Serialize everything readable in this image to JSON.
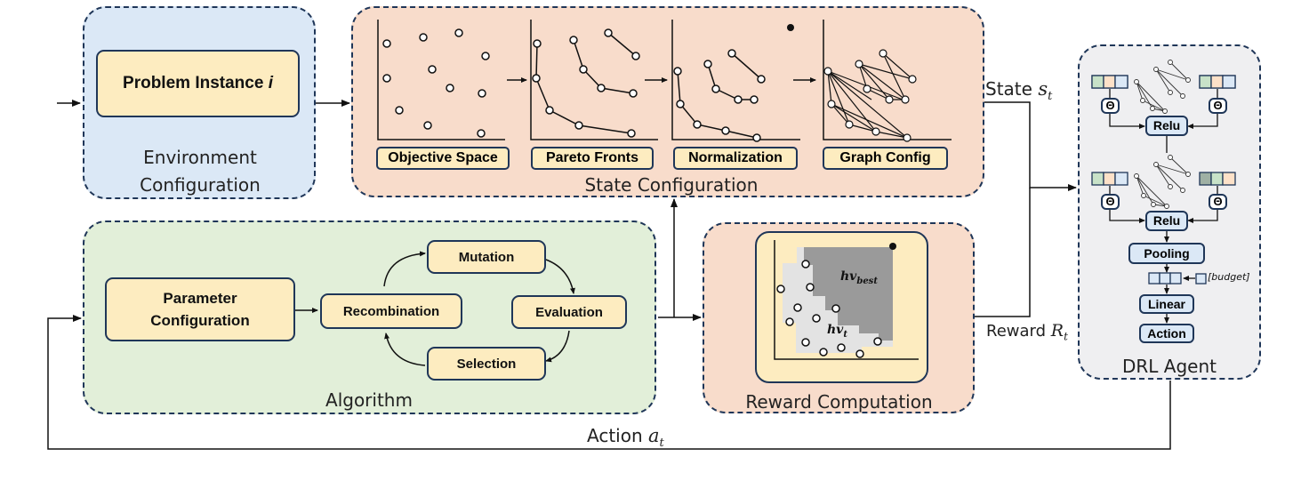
{
  "environment": {
    "problem_instance_label": "Problem Instance",
    "problem_instance_var": "i",
    "caption_line1": "Environment",
    "caption_line2": "Configuration"
  },
  "state": {
    "tags": [
      "Objective Space",
      "Pareto Fronts",
      "Normalization",
      "Graph Config"
    ],
    "caption": "State Configuration",
    "arrow_label": "State",
    "arrow_var": "s",
    "arrow_sub": "t"
  },
  "algorithm": {
    "parameter_line1": "Parameter",
    "parameter_line2": "Configuration",
    "mutation": "Mutation",
    "recombination": "Recombination",
    "evaluation": "Evaluation",
    "selection": "Selection",
    "caption": "Algorithm"
  },
  "reward": {
    "hv_best_main": "hv",
    "hv_best_sub": "best",
    "hv_t_main": "hv",
    "hv_t_sub": "t",
    "caption": "Reward Computation",
    "arrow_label": "Reward",
    "arrow_var": "R",
    "arrow_sub": "t"
  },
  "agent": {
    "op_symbol": "Θ",
    "relu1": "Relu",
    "relu2": "Relu",
    "pooling": "Pooling",
    "budget": "[budget]",
    "linear": "Linear",
    "action": "Action",
    "caption": "DRL Agent"
  },
  "feedback": {
    "label": "Action",
    "var": "a",
    "sub": "t"
  },
  "colors": {
    "environment_fill": "#dbe8f6",
    "state_fill": "#f8dccb",
    "algorithm_fill": "#e2efd9",
    "agent_fill": "#efeff1",
    "box_fill": "#fdecc0",
    "border": "#1f3658"
  }
}
